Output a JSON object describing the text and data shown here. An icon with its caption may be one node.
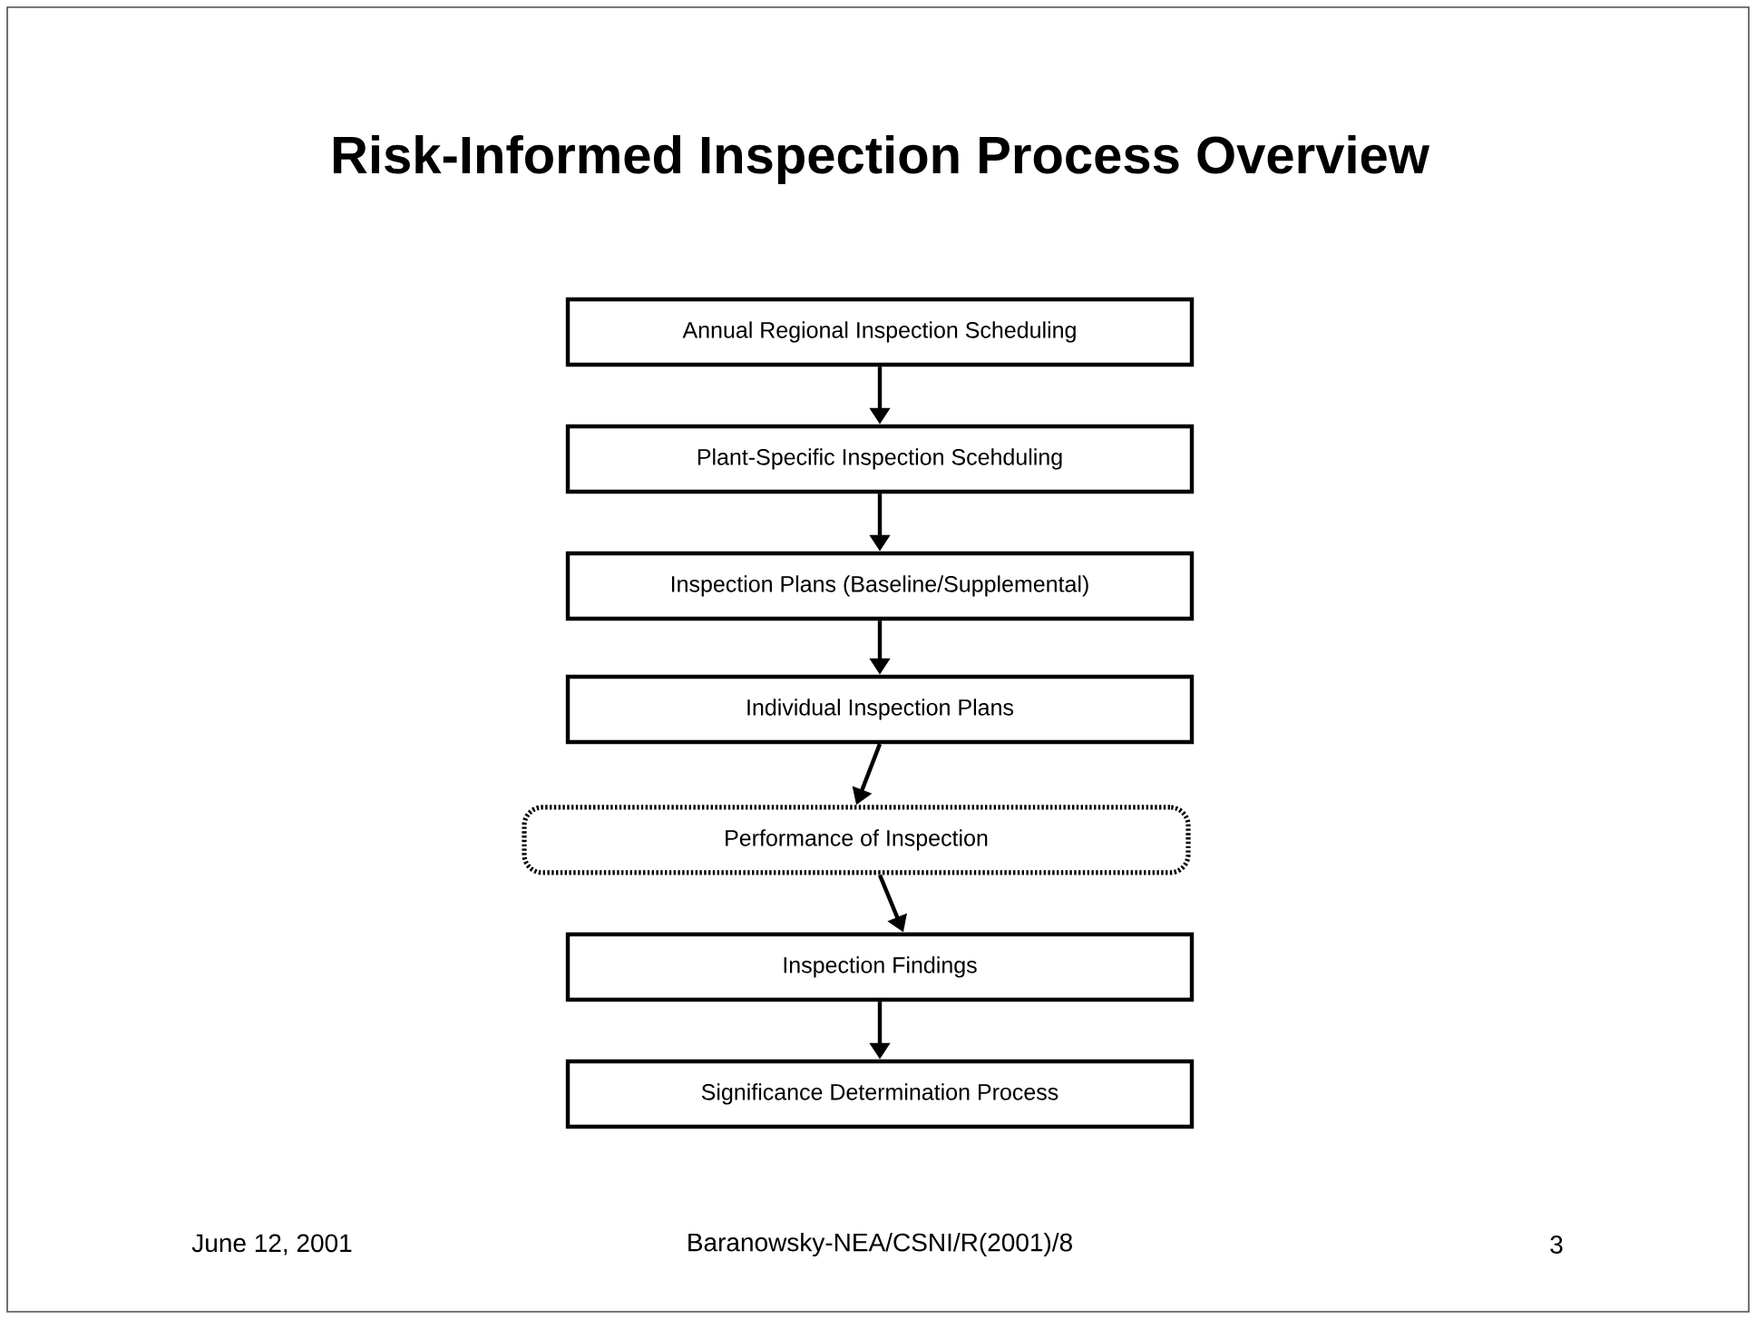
{
  "diagram": {
    "title": "Risk-Informed Inspection Process Overview",
    "nodes": [
      {
        "text": [
          "Annual Regional Inspection Scheduling"
        ]
      },
      {
        "text": [
          "Plant-Specific Inspection Scehduling"
        ]
      },
      {
        "text": [
          "Inspection Plans (Baseline/Supplemental)"
        ]
      },
      {
        "text": [
          "Individual Inspection Plans"
        ]
      },
      {
        "text": [
          "Performance of Inspection"
        ]
      },
      {
        "text": [
          "Inspection Findings"
        ]
      },
      {
        "text": [
          "Significance Determination Process"
        ]
      }
    ],
    "edges": [
      {
        "from": 0,
        "to": 1,
        "arrow": "to"
      },
      {
        "from": 1,
        "to": 2,
        "arrow": "to"
      },
      {
        "from": 2,
        "to": 3,
        "arrow": "to"
      },
      {
        "from": 3,
        "to": 4,
        "arrow": "to"
      },
      {
        "from": 4,
        "to": 5,
        "arrow": "to"
      },
      {
        "from": 5,
        "to": 6,
        "arrow": "to"
      }
    ],
    "labels": [
      "June 12, 2001",
      "Baranowsky-NEA/CSNI/R(2001)/8",
      "3"
    ]
  }
}
